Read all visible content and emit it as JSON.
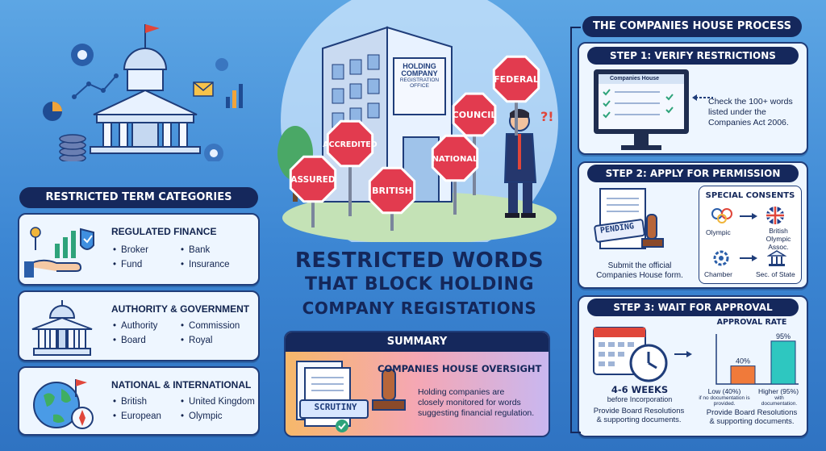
{
  "left": {
    "categories_header": "RESTRICTED TERM CATEGORIES",
    "categories": [
      {
        "title": "REGULATED FINANCE",
        "items": [
          "Broker",
          "Bank",
          "Fund",
          "Insurance"
        ]
      },
      {
        "title": "AUTHORITY & GOVERNMENT",
        "items": [
          "Authority",
          "Commission",
          "Board",
          "Royal"
        ]
      },
      {
        "title": "NATIONAL & INTERNATIONAL",
        "items": [
          "British",
          "United Kingdom",
          "European",
          "Olympic"
        ]
      }
    ]
  },
  "center": {
    "building_sign": [
      "HOLDING",
      "COMPANY",
      "REGISTRATION",
      "OFFICE"
    ],
    "stop_signs": [
      "FEDERAL",
      "COUNCIL",
      "ACCREDITED",
      "NATIONAL",
      "ASSURED",
      "BRITISH"
    ],
    "title_lines": [
      "RESTRICTED WORDS",
      "THAT BLOCK HOLDING",
      "COMPANY REGISTATIONS"
    ],
    "summary": {
      "header": "SUMMARY",
      "subheader": "COMPANIES HOUSE OVERSIGHT",
      "stamp": "SCRUTINY",
      "text": [
        "Holding companies are",
        "closely monitored for words",
        "suggesting financial regulation."
      ]
    }
  },
  "right": {
    "process_header": "THE COMPANIES HOUSE PROCESS",
    "step1": {
      "label": "STEP 1: VERIFY RESTRICTIONS",
      "screen_title": "Companies House",
      "text": [
        "Check the 100+ words",
        "listed under the",
        "Companies Act 2006."
      ]
    },
    "step2": {
      "label": "STEP 2: APPLY FOR PERMISSION",
      "stamp": "PENDING",
      "text": [
        "Submit the official",
        "Companies House form."
      ],
      "consents_title": "SPECIAL CONSENTS",
      "consents": [
        {
          "from": "Olympic",
          "to": "British Olympic Assoc."
        },
        {
          "from": "Chamber",
          "to": "Sec. of State"
        }
      ]
    },
    "step3": {
      "label": "STEP 3: WAIT FOR APPROVAL",
      "weeks": "4-6 WEEKS",
      "weeks_sub": "before Incorporation",
      "left_note": [
        "Provide Board Resolutions",
        "& supporting documents."
      ],
      "right_note": [
        "Provide Board Resolutions",
        "& supporting documents."
      ],
      "approval_title": "APPROVAL RATE",
      "low_label": "Low (40%)",
      "low_sub": "if no documentation is provided.",
      "high_label": "Higher (95%)",
      "high_sub": "with documentation."
    }
  },
  "chart_data": {
    "type": "bar",
    "title": "APPROVAL RATE",
    "categories": [
      "Low (40%)",
      "Higher (95%)"
    ],
    "values": [
      40,
      95
    ],
    "value_labels": [
      "40%",
      "95%"
    ],
    "ylim": [
      0,
      100
    ],
    "colors": [
      "#f07a3a",
      "#2ec7c0"
    ]
  }
}
